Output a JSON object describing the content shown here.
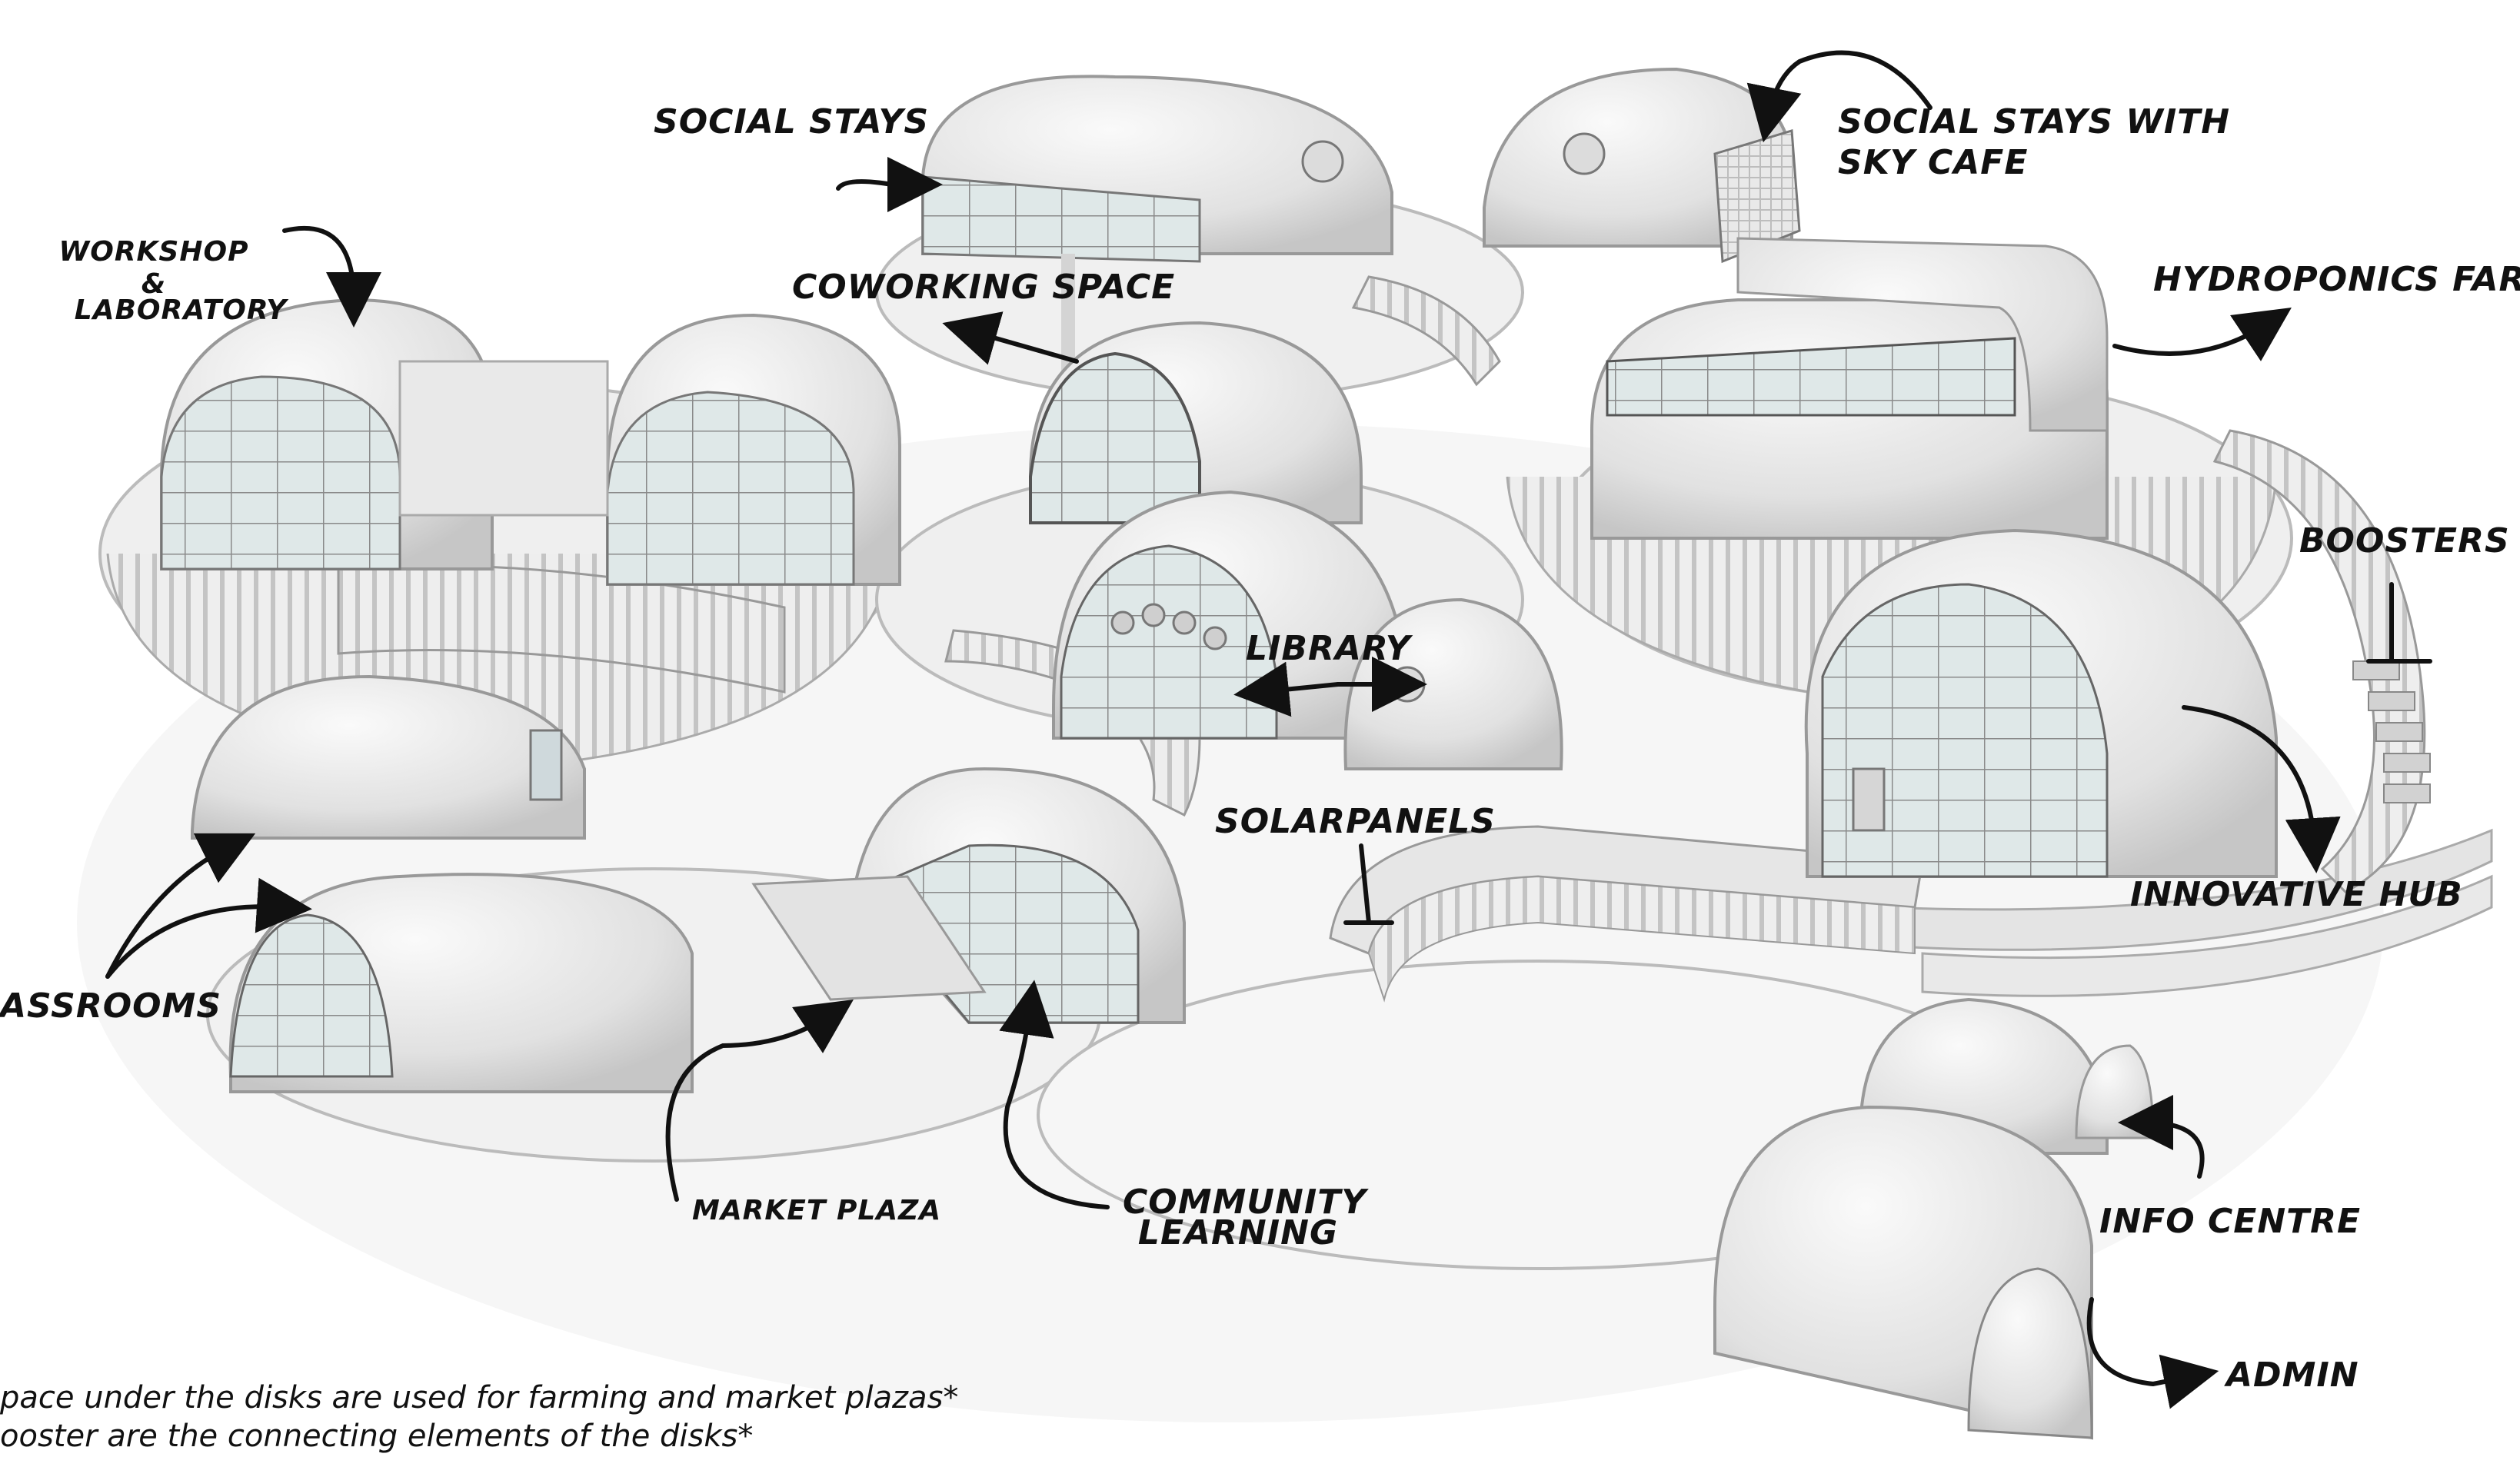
{
  "labels": {
    "social_stays": "SOCIAL STAYS",
    "social_stays_sky_1": "SOCIAL STAYS WITH",
    "social_stays_sky_2": "SKY CAFE",
    "workshop_1": "WORKSHOP",
    "workshop_2": "&",
    "workshop_3": "LABORATORY",
    "coworking": "COWORKING SPACE",
    "hydroponics": "HYDROPONICS FARM",
    "boosters": "BOOSTERS",
    "library": "LIBRARY",
    "solarpanels": "SOLARPANELS",
    "innovative_hub": "INNOVATIVE HUB",
    "classrooms": "ASSROOMS",
    "market_plaza": "MARKET PLAZA",
    "community_1": "COMMUNITY",
    "community_2": "LEARNING",
    "info_centre": "INFO CENTRE",
    "admin": "ADMIN"
  },
  "notes": {
    "line1": "pace under the disks are used for farming and market plazas*",
    "line2": "ooster are the connecting elements of the disks*"
  },
  "colors": {
    "background": "#ffffff",
    "structure": "#ececec",
    "structure_shadow": "#c9c9c9",
    "ground": "#f4f4f4",
    "ink": "#111111",
    "glass": "#d9e6e6"
  }
}
